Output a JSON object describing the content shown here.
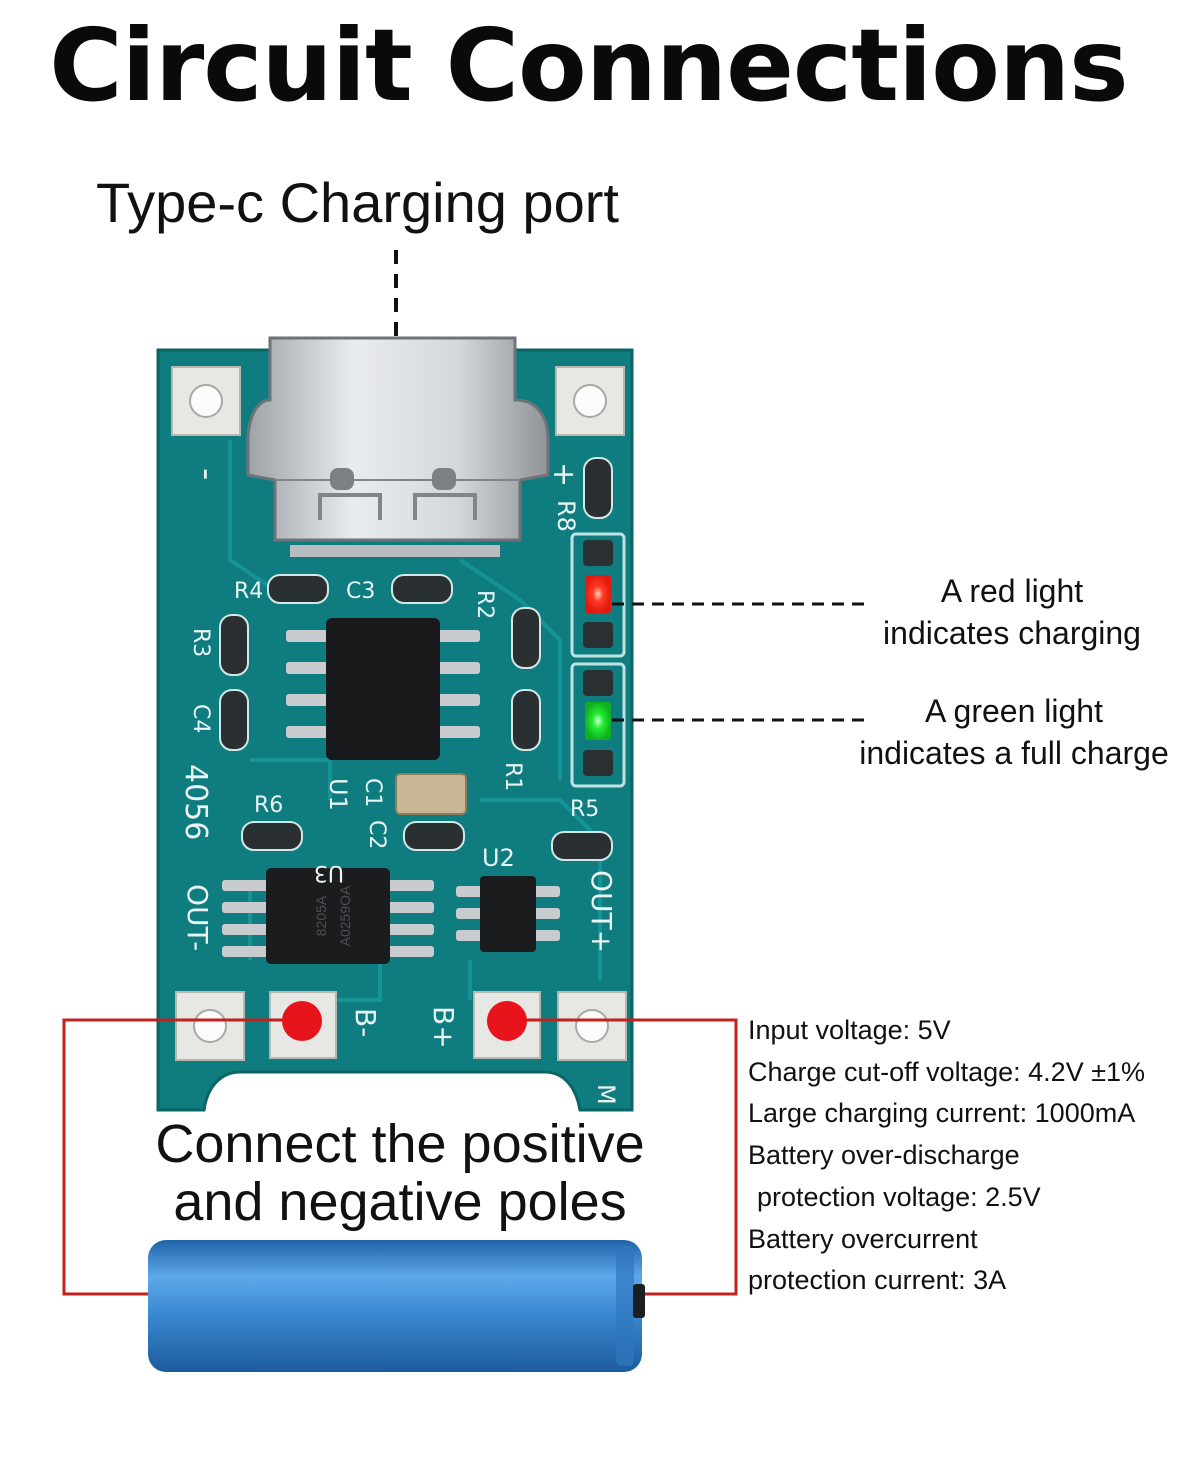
{
  "title": "Circuit Connections",
  "port_label": "Type-c Charging port",
  "red_light": {
    "line1": "A red light",
    "line2": "indicates charging",
    "color": "#ff2a1a"
  },
  "green_light": {
    "line1": "A green light",
    "line2": "indicates a full charge",
    "color": "#18e028"
  },
  "poles_label": {
    "line1": "Connect the positive",
    "line2": "and negative poles"
  },
  "specs": [
    "Input voltage: 5V",
    "Charge cut-off voltage: 4.2V ±1%",
    "Large charging current: 1000mA",
    "Battery over-discharge",
    "protection voltage: 2.5V",
    "Battery overcurrent",
    "protection current: 3A"
  ],
  "board": {
    "color": "#0f7d80",
    "silkscreen": {
      "r8": "R8",
      "plus": "+",
      "minus": "-",
      "r4": "R4",
      "c3": "C3",
      "r2": "R2",
      "r3": "R3",
      "c4": "C4",
      "model": "4056",
      "u1": "U1",
      "c1": "C1",
      "r1": "R1",
      "r6": "R6",
      "c2": "C2",
      "u3": "U3",
      "u2": "U2",
      "r5": "R5",
      "out_minus": "OUT-",
      "out_plus": "OUT+",
      "b_minus": "B-",
      "b_plus": "B+",
      "corner": "M"
    },
    "chip_marking": {
      "line1": "A0259OA",
      "line2": "8205A"
    }
  },
  "colors": {
    "wire": "#c0221c",
    "pad_dot": "#e8141c",
    "battery": "#3f8fd6"
  }
}
